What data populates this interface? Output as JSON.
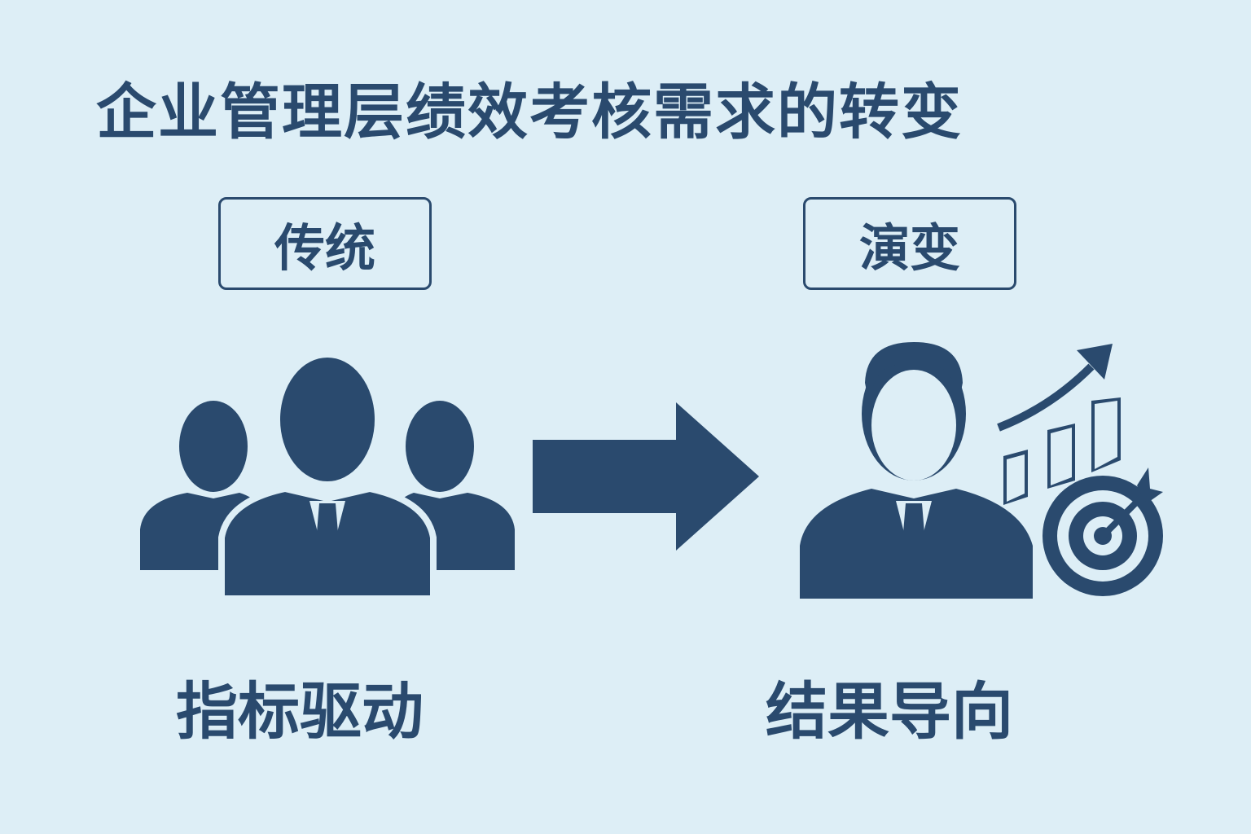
{
  "title": "企业管理层绩效考核需求的转变",
  "left": {
    "tag": "传统",
    "caption": "指标驱动"
  },
  "right": {
    "tag": "演变",
    "caption": "结果导向"
  },
  "colors": {
    "background": "#ddeef6",
    "primary": "#2a4a6e"
  }
}
